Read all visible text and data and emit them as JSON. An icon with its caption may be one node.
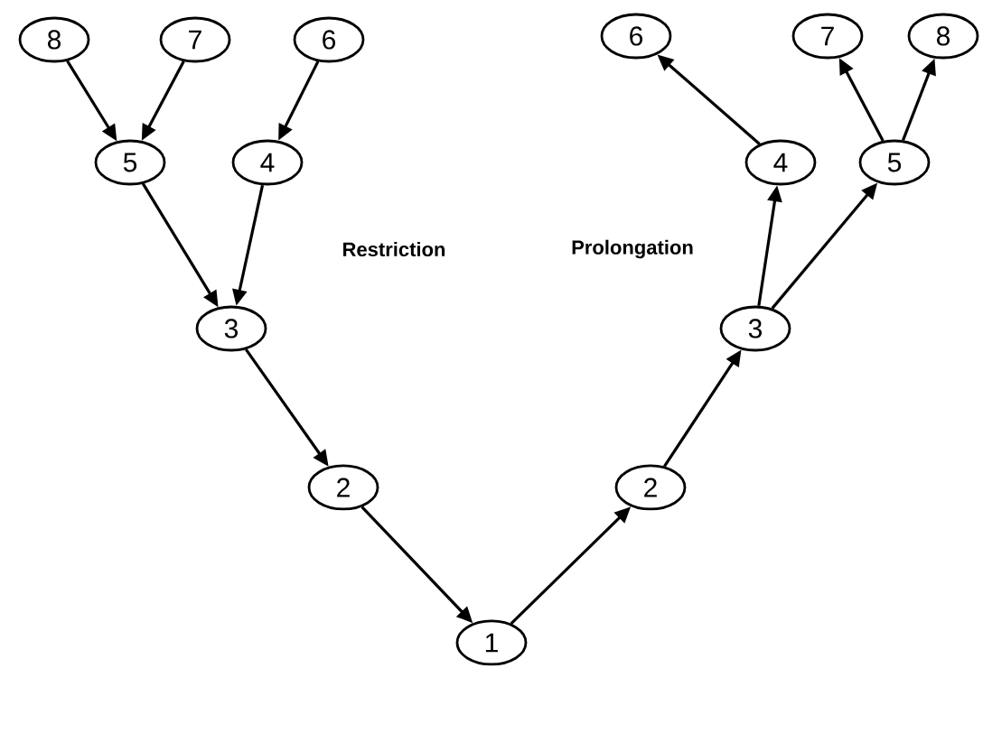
{
  "diagram": {
    "nodes": [
      {
        "text": [
          "8"
        ]
      },
      {
        "text": [
          "7"
        ]
      },
      {
        "text": [
          "6"
        ]
      },
      {
        "text": [
          "6"
        ]
      },
      {
        "text": [
          "7"
        ]
      },
      {
        "text": [
          "8"
        ]
      },
      {
        "text": [
          "5"
        ]
      },
      {
        "text": [
          "4"
        ]
      },
      {
        "text": [
          "4"
        ]
      },
      {
        "text": [
          "5"
        ]
      },
      {
        "text": [
          "3"
        ]
      },
      {
        "text": [
          "3"
        ]
      },
      {
        "text": [
          "2"
        ]
      },
      {
        "text": [
          "2"
        ]
      },
      {
        "text": [
          "1"
        ]
      }
    ],
    "edges": [
      {
        "from": 0,
        "to": 6,
        "arrow": "to"
      },
      {
        "from": 1,
        "to": 6,
        "arrow": "to"
      },
      {
        "from": 2,
        "to": 7,
        "arrow": "to"
      },
      {
        "from": 6,
        "to": 10,
        "arrow": "to"
      },
      {
        "from": 7,
        "to": 10,
        "arrow": "to"
      },
      {
        "from": 10,
        "to": 12,
        "arrow": "to"
      },
      {
        "from": 12,
        "to": 14,
        "arrow": "to"
      },
      {
        "from": 14,
        "to": 13,
        "arrow": "to"
      },
      {
        "from": 13,
        "to": 11,
        "arrow": "to"
      },
      {
        "from": 11,
        "to": 8,
        "arrow": "to"
      },
      {
        "from": 11,
        "to": 9,
        "arrow": "to"
      },
      {
        "from": 8,
        "to": 3,
        "arrow": "to"
      },
      {
        "from": 9,
        "to": 4,
        "arrow": "to"
      },
      {
        "from": 9,
        "to": 5,
        "arrow": "to"
      }
    ],
    "labels": [
      "Restriction",
      "Prolongation"
    ]
  }
}
